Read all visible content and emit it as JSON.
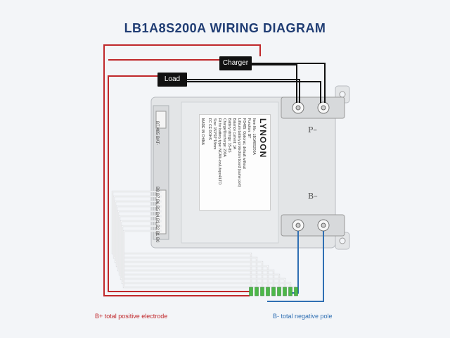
{
  "title": "LB1A8S200A WIRING DIAGRAM",
  "labels": {
    "charger": "Charger",
    "load": "Load",
    "p_minus": "P–",
    "b_minus": "B–",
    "b_plus_caption": "B+ total positive electrode",
    "b_minus_caption": "B- total negative pole"
  },
  "board": {
    "brand": "LYNOON",
    "specs": [
      "Item No.: LB1A8S200A",
      "Function: BT",
      "RS485: Optional, default without",
      "Lithium battery protection board (same port)",
      "Balance current: 1A",
      "Battery strings: 3S-8S",
      "Charge/Discharge: 200A",
      "Fit for battery type: NCA/li-ion/Lifepo4/LTO",
      "Size: 153*92*18mm",
      "FC CE ROHS"
    ],
    "made_in": "MADE IN CHINA",
    "connector_text_1": "BT/485  BAT-",
    "connector_text_2": "B8 B7 B6 B5 B4 B3 B2 B1 B0"
  },
  "colors": {
    "title": "#1f3c73",
    "positive_wire": "#c0282b",
    "negative_wire": "#2f6fb3",
    "load_charger_wire": "#111111",
    "balance_wire": "#ffffff",
    "balance_terminal": "#4cb848",
    "board": "#e4e6e8"
  },
  "balance_wire_count": 9
}
